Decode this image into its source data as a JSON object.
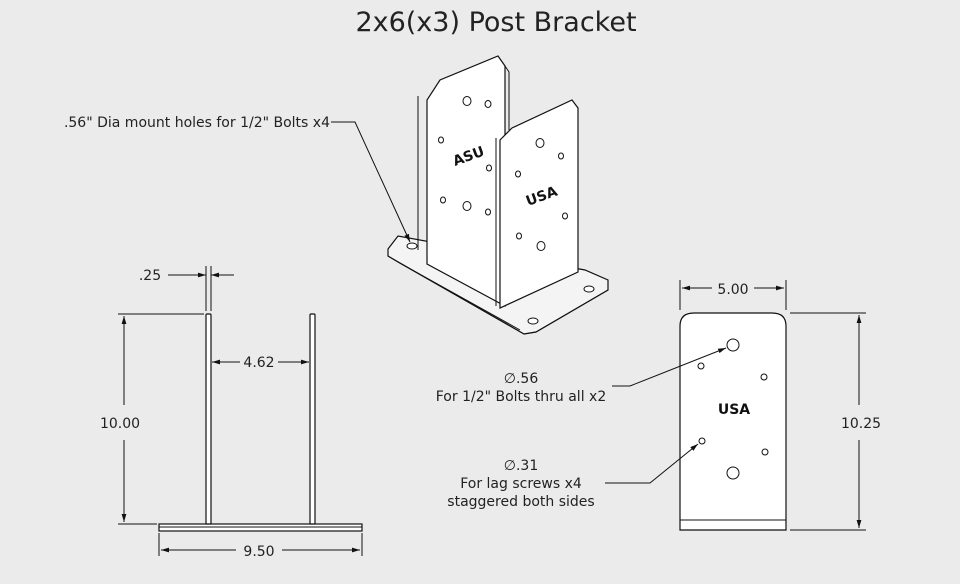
{
  "title": "2x6(x3) Post Bracket",
  "iso": {
    "callout": ".56\" Dia mount holes for 1/2\" Bolts x4",
    "emboss_back": "ASU",
    "emboss_front": "USA"
  },
  "front_view": {
    "thickness": ".25",
    "gap": "4.62",
    "height": "10.00",
    "base_width": "9.50"
  },
  "side_view": {
    "width": "5.00",
    "height": "10.25",
    "emboss": "USA",
    "bolt_dia": "∅.56",
    "bolt_note": "For 1/2\" Bolts thru all x2",
    "lag_dia": "∅.31",
    "lag_note_1": "For lag screws x4",
    "lag_note_2": "staggered both sides"
  }
}
